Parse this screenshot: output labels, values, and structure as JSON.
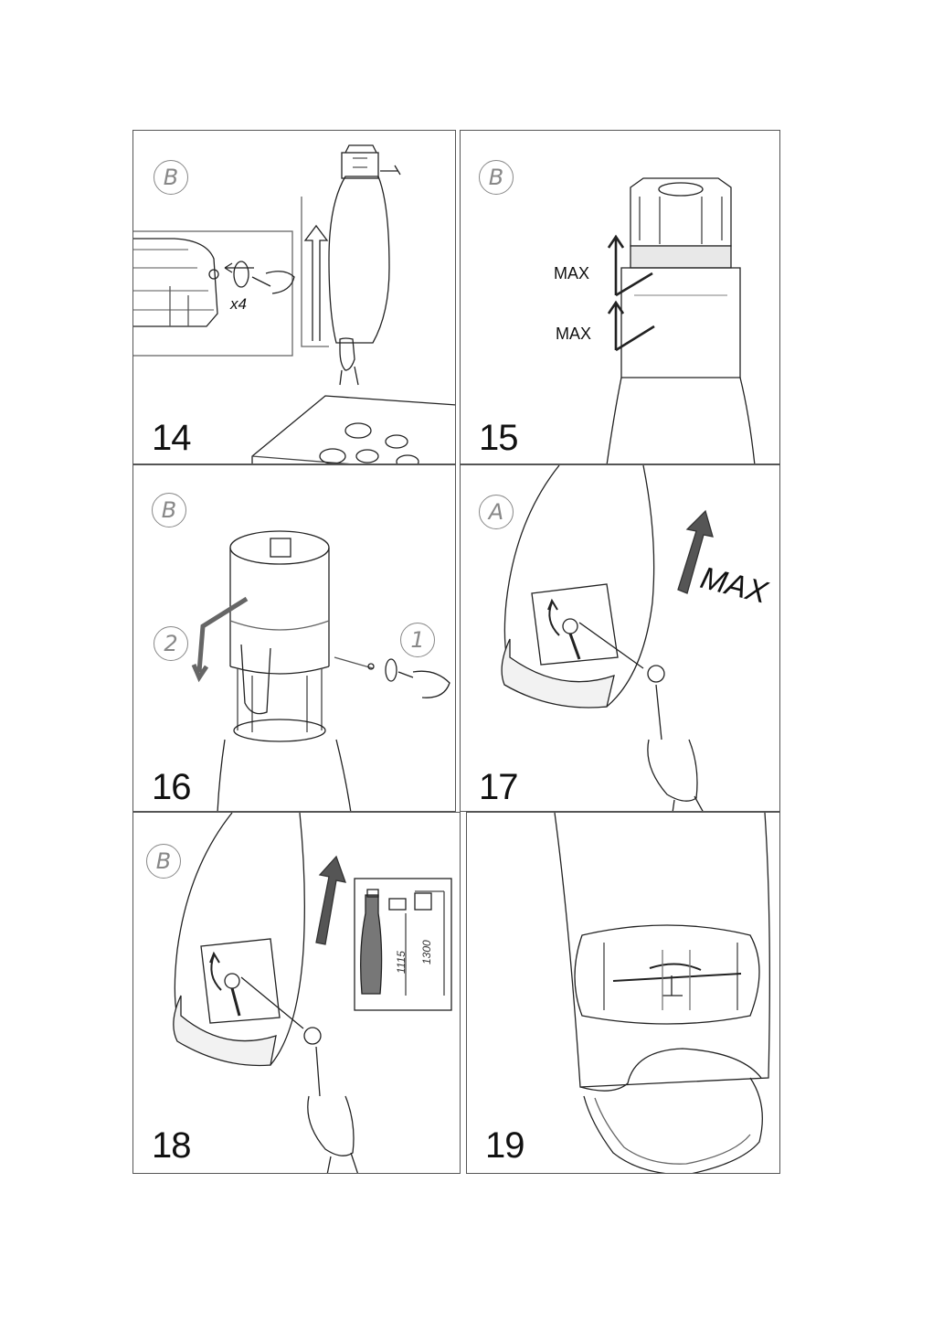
{
  "steps": [
    {
      "number": "14",
      "variant": "B",
      "multiplier": "x4"
    },
    {
      "number": "15",
      "variant": "B",
      "labels": [
        "MAX",
        "MAX"
      ]
    },
    {
      "number": "16",
      "variant": "B",
      "callouts": [
        "1",
        "2"
      ]
    },
    {
      "number": "17",
      "variant": "A",
      "label": "MAX"
    },
    {
      "number": "18",
      "variant": "B",
      "dimensions": [
        "1115",
        "1300"
      ]
    },
    {
      "number": "19"
    }
  ],
  "colors": {
    "line": "#222222",
    "badge": "#888888",
    "arrow": "#555555"
  }
}
